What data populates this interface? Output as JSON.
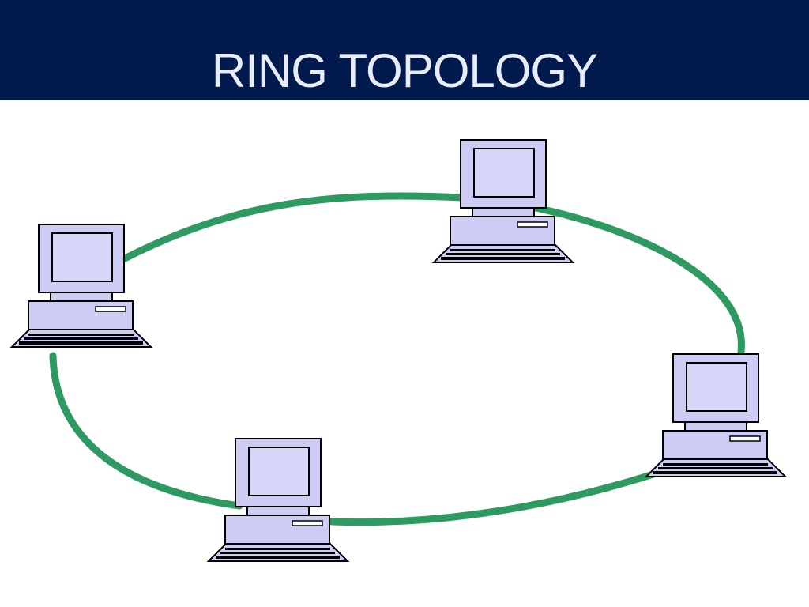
{
  "slide": {
    "title": "RING TOPOLOGY"
  },
  "colors": {
    "title_bar": "#001a4d",
    "title_text": "#e8ecf8",
    "ring": "#2e9a62",
    "computer_fill": "#ccccf5",
    "computer_outline": "#000000"
  },
  "diagram": {
    "topology": "ring",
    "nodes": [
      {
        "id": "computer-top",
        "icon": "desktop-computer-icon"
      },
      {
        "id": "computer-right",
        "icon": "desktop-computer-icon"
      },
      {
        "id": "computer-bottom",
        "icon": "desktop-computer-icon"
      },
      {
        "id": "computer-left",
        "icon": "desktop-computer-icon"
      }
    ]
  }
}
